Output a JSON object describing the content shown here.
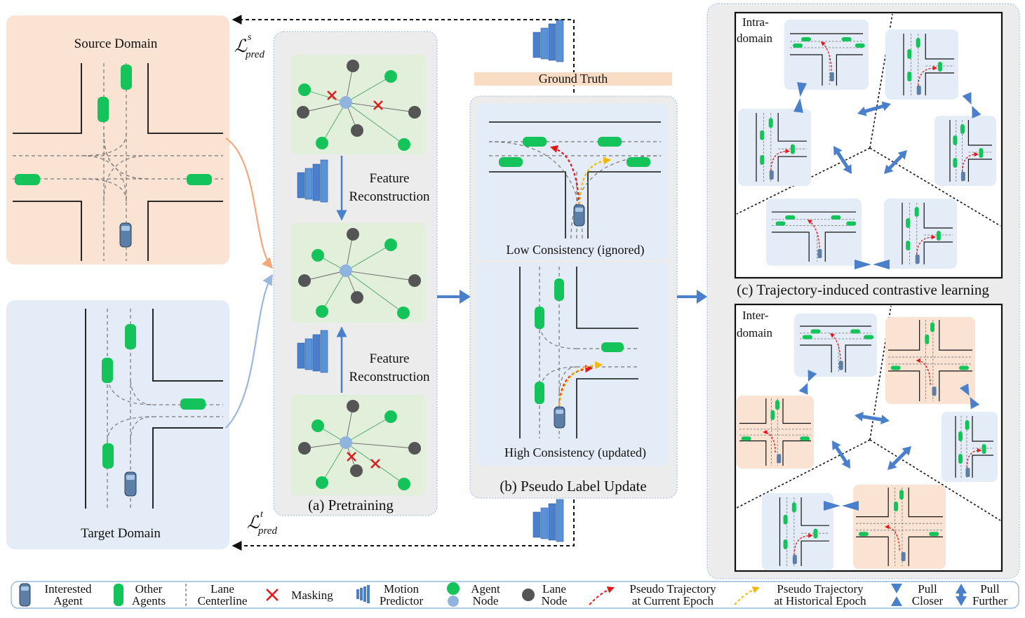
{
  "panels": {
    "source_title": "Source Domain",
    "target_title": "Target Domain",
    "pretraining_title": "(a) Pretraining",
    "pseudo_label_title": "(b) Pseudo Label Update",
    "contrastive_title": "(c) Trajectory-induced contrastive learning"
  },
  "pretraining": {
    "feature_reconstruction_top_1": "Feature",
    "feature_reconstruction_top_2": "Reconstruction",
    "feature_reconstruction_bottom_1": "Feature",
    "feature_reconstruction_bottom_2": "Reconstruction"
  },
  "losses": {
    "source_symbol": "ℒ",
    "source_sup": "s",
    "source_sub": "pred",
    "target_symbol": "ℒ",
    "target_sup": "t",
    "target_sub": "pred"
  },
  "ground_truth_label": "Ground Truth",
  "pseudo_label": {
    "low_consistency": "Low Consistency  (ignored)",
    "high_consistency": "High Consistency  (updated)"
  },
  "contrastive": {
    "intra_domain_1": "Intra-",
    "intra_domain_2": "domain",
    "inter_domain_1": "Inter-",
    "inter_domain_2": "domain"
  },
  "legend": [
    {
      "icon": "interested-agent-icon",
      "line1": "Interested",
      "line2": "Agent"
    },
    {
      "icon": "other-agents-icon",
      "line1": "Other",
      "line2": "Agents"
    },
    {
      "icon": "lane-centerline-icon",
      "line1": "Lane",
      "line2": "Centerline"
    },
    {
      "icon": "masking-icon",
      "line1": "Masking",
      "line2": ""
    },
    {
      "icon": "motion-predictor-icon",
      "line1": "Motion",
      "line2": "Predictor"
    },
    {
      "icon": "agent-node-icon",
      "line1": "Agent",
      "line2": "Node"
    },
    {
      "icon": "lane-node-icon",
      "line1": "Lane",
      "line2": "Node"
    },
    {
      "icon": "pseudo-trajectory-current-icon",
      "line1": "Pseudo Trajectory",
      "line2": "at Current Epoch"
    },
    {
      "icon": "pseudo-trajectory-historical-icon",
      "line1": "Pseudo Trajectory",
      "line2": "at Historical Epoch"
    },
    {
      "icon": "pull-closer-icon",
      "line1": "Pull",
      "line2": "Closer"
    },
    {
      "icon": "pull-further-icon",
      "line1": "Pull",
      "line2": "Further"
    }
  ],
  "colors": {
    "source_bg": "#fbe3d3",
    "target_bg": "#e4edf7",
    "graph_bg": "#e2efda",
    "panel_bg": "#ececec",
    "agent_green": "#14c35a",
    "lane_node": "#555555",
    "interested_node": "#8fb4dd",
    "mask_red": "#e11b1b",
    "arrow_blue": "#4a7fcc",
    "pseudo_red": "#e01818",
    "pseudo_yellow": "#f5b800",
    "gt_bar": "#f9dcc4"
  }
}
